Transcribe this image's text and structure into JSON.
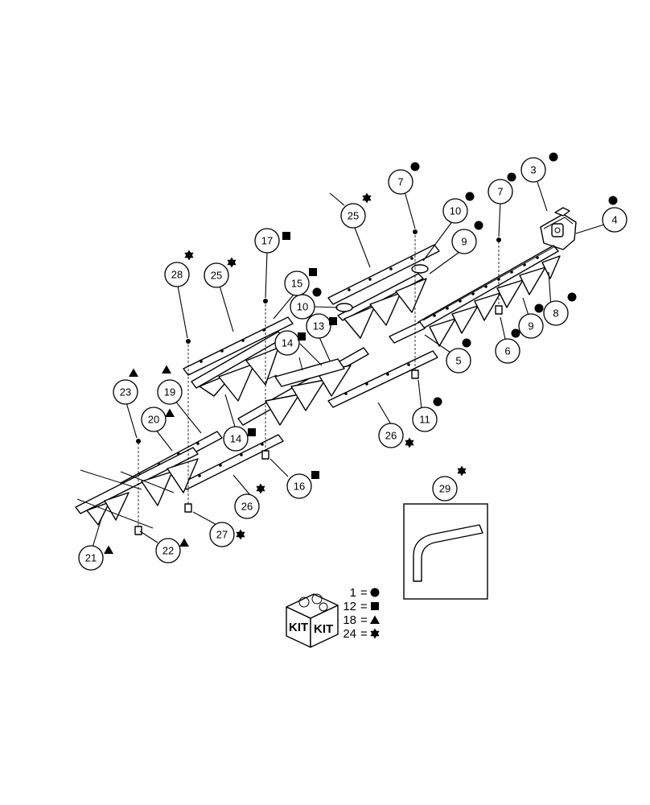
{
  "callouts": [
    {
      "label": "3",
      "kit": "circle"
    },
    {
      "label": "4",
      "kit": "circle"
    },
    {
      "label": "5",
      "kit": "circle"
    },
    {
      "label": "6",
      "kit": "circle"
    },
    {
      "label": "7",
      "kit": "circle"
    },
    {
      "label": "7",
      "kit": "circle"
    },
    {
      "label": "8",
      "kit": "circle"
    },
    {
      "label": "9",
      "kit": "circle"
    },
    {
      "label": "9",
      "kit": "circle"
    },
    {
      "label": "10",
      "kit": "circle"
    },
    {
      "label": "10",
      "kit": "circle"
    },
    {
      "label": "11",
      "kit": "circle"
    },
    {
      "label": "13",
      "kit": "square"
    },
    {
      "label": "14",
      "kit": "square"
    },
    {
      "label": "14",
      "kit": "square"
    },
    {
      "label": "15",
      "kit": "square"
    },
    {
      "label": "16",
      "kit": "square"
    },
    {
      "label": "17",
      "kit": "square"
    },
    {
      "label": "19",
      "kit": "triangle"
    },
    {
      "label": "20",
      "kit": "triangle"
    },
    {
      "label": "21",
      "kit": "triangle"
    },
    {
      "label": "22",
      "kit": "triangle"
    },
    {
      "label": "23",
      "kit": "triangle"
    },
    {
      "label": "25",
      "kit": "star"
    },
    {
      "label": "25",
      "kit": "star"
    },
    {
      "label": "26",
      "kit": "star"
    },
    {
      "label": "26",
      "kit": "star"
    },
    {
      "label": "27",
      "kit": "star"
    },
    {
      "label": "28",
      "kit": "star"
    },
    {
      "label": "29",
      "kit": "star"
    }
  ],
  "legend": {
    "kit_label": "KIT",
    "entries": [
      {
        "number": "1",
        "symbol": "circle"
      },
      {
        "number": "12",
        "symbol": "square"
      },
      {
        "number": "18",
        "symbol": "triangle"
      },
      {
        "number": "24",
        "symbol": "star"
      }
    ],
    "equals": "="
  },
  "colors": {
    "line": "#000000",
    "background": "#ffffff"
  }
}
